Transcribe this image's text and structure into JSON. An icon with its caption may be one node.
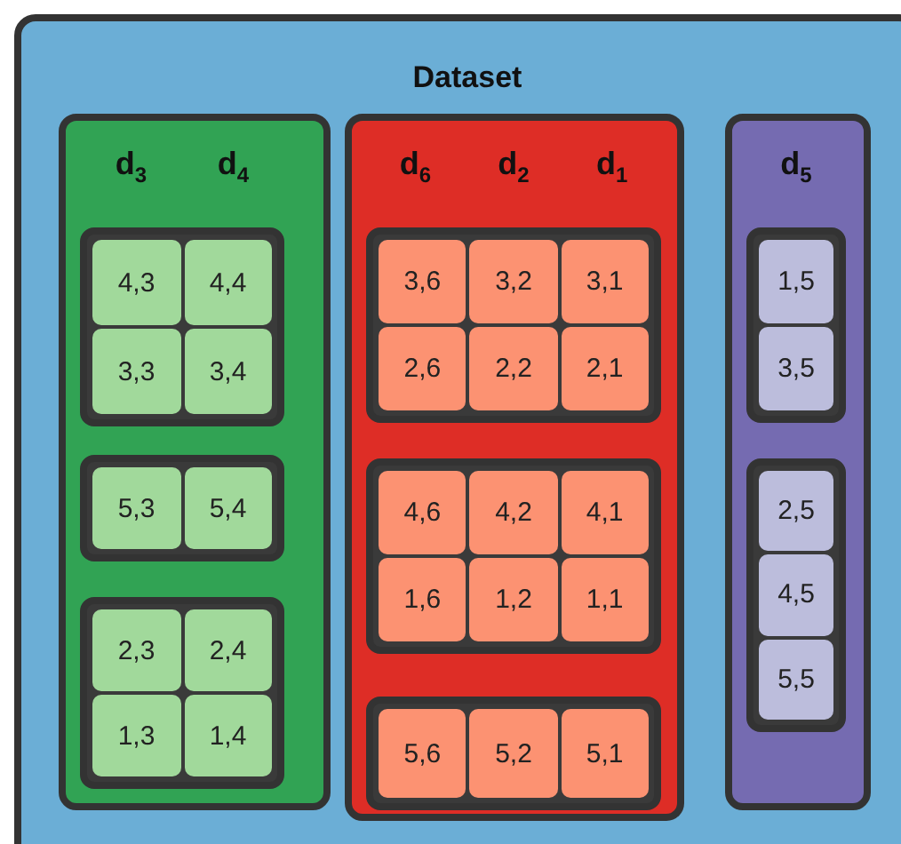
{
  "diagram": {
    "nodes": [
      {
        "text": [
          "Dataset"
        ]
      },
      {
        "text": [
          "d$_{3}$",
          "d$_{4}$"
        ],
        "in": 0
      },
      {
        "text": [],
        "shape": "box",
        "in": 1
      },
      {
        "text": [
          "4,3"
        ],
        "in": 2
      },
      {
        "text": [
          "4,4"
        ],
        "in": 2
      },
      {
        "text": [
          "3,3"
        ],
        "in": 2
      },
      {
        "text": [
          "3,4"
        ],
        "in": 2
      },
      {
        "text": [],
        "shape": "box",
        "in": 1
      },
      {
        "text": [
          "5,3"
        ],
        "in": 7
      },
      {
        "text": [
          "5,4"
        ],
        "in": 7
      },
      {
        "text": [],
        "shape": "box",
        "in": 1
      },
      {
        "text": [
          "2,3"
        ],
        "in": 10
      },
      {
        "text": [
          "2,4"
        ],
        "in": 10
      },
      {
        "text": [
          "1,3"
        ],
        "in": 10
      },
      {
        "text": [
          "1,4"
        ],
        "in": 10
      },
      {
        "text": [
          "d$_{6}$",
          "d$_{2}$",
          "d$_{1}$"
        ],
        "in": 0
      },
      {
        "text": [],
        "shape": "box",
        "in": 15
      },
      {
        "text": [
          "3,6"
        ],
        "in": 16
      },
      {
        "text": [
          "3,2"
        ],
        "in": 16
      },
      {
        "text": [
          "3,1"
        ],
        "in": 16
      },
      {
        "text": [
          "2,6"
        ],
        "in": 16
      },
      {
        "text": [
          "2,2"
        ],
        "in": 16
      },
      {
        "text": [
          "2,1"
        ],
        "in": 16
      },
      {
        "text": [],
        "shape": "box",
        "in": 15
      },
      {
        "text": [
          "4,6"
        ],
        "in": 23
      },
      {
        "text": [
          "4,2"
        ],
        "in": 23
      },
      {
        "text": [
          "4,1"
        ],
        "in": 23
      },
      {
        "text": [
          "1,6"
        ],
        "in": 23
      },
      {
        "text": [
          "1,2"
        ],
        "in": 23
      },
      {
        "text": [
          "1,1"
        ],
        "in": 23
      },
      {
        "text": [],
        "shape": "box",
        "in": 15
      },
      {
        "text": [
          "5,6"
        ],
        "in": 30
      },
      {
        "text": [
          "5,2"
        ],
        "in": 30
      },
      {
        "text": [
          "5,1"
        ],
        "in": 30
      },
      {
        "text": [
          "d$_{5}$"
        ],
        "in": 0
      },
      {
        "text": [],
        "shape": "box",
        "in": 34
      },
      {
        "text": [
          "1,5"
        ],
        "in": 35
      },
      {
        "text": [
          "3,5"
        ],
        "in": 35
      },
      {
        "text": [],
        "shape": "box",
        "in": 34
      },
      {
        "text": [
          "2,5"
        ],
        "in": 38
      },
      {
        "text": [
          "4,5"
        ],
        "in": 38
      },
      {
        "text": [
          "5,5"
        ],
        "in": 38
      }
    ]
  }
}
